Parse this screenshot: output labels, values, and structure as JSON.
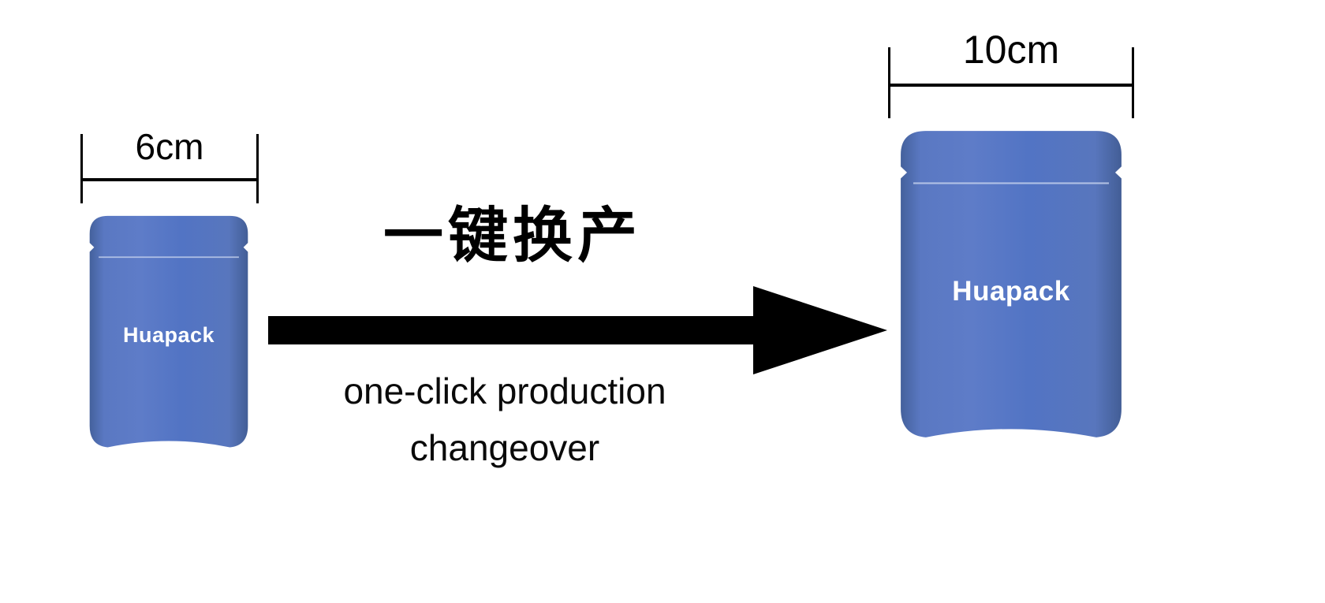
{
  "page": {
    "background": "#ffffff"
  },
  "colors": {
    "pouch_blue": "#5274c4",
    "pouch_blue_dark": "#44619c",
    "pouch_blue_light": "#5e7cc8",
    "seal_line": "#c7d3ee",
    "arrow_black": "#000000",
    "text_black": "#000000",
    "brand_white": "#ffffff"
  },
  "left_pouch": {
    "size_label": "6cm",
    "brand": "Huapack"
  },
  "right_pouch": {
    "size_label": "10cm",
    "brand": "Huapack"
  },
  "arrow": {
    "direction": "right"
  },
  "caption": {
    "chinese": "一键换产",
    "english_lines": [
      "one-click production",
      "changeover"
    ]
  }
}
